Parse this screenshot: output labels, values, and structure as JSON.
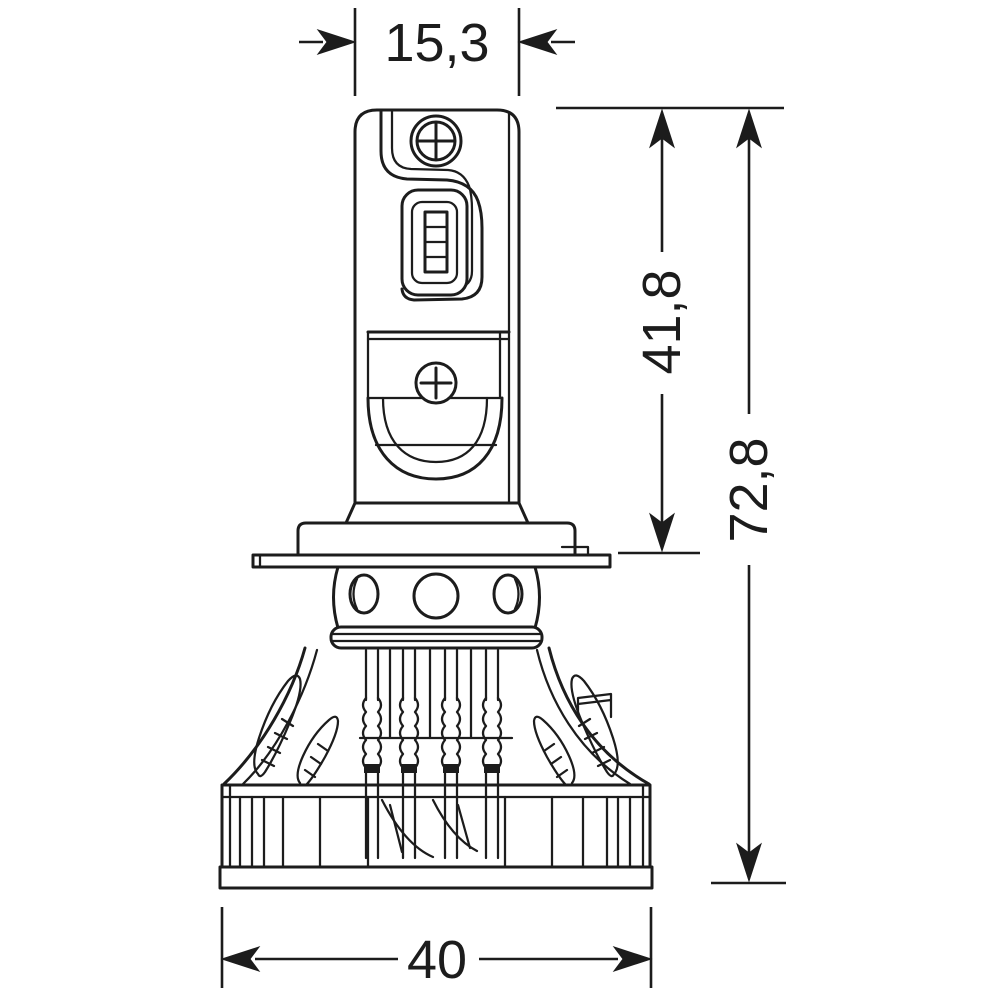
{
  "diagram": {
    "kind": "technical-dimension-drawing",
    "subject": "led-headlight-bulb-front-view",
    "line_color": "#1c1c1c",
    "background_color": "#ffffff"
  },
  "dimensions": {
    "top_width": "15,3",
    "upper_height": "41,8",
    "total_height": "72,8",
    "base_width": "40"
  }
}
